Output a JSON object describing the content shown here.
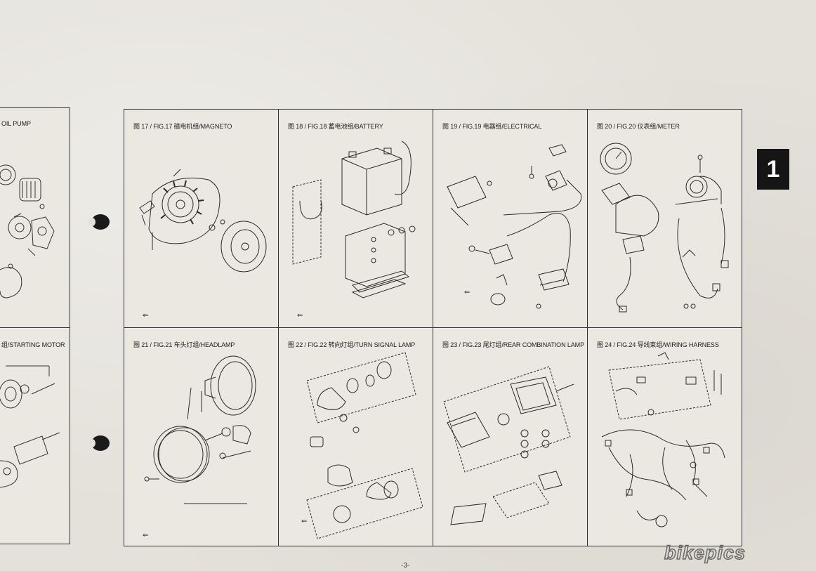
{
  "left_panel": {
    "top_title": "OIL PUMP",
    "bottom_title": "组/STARTING MOTOR"
  },
  "figures": [
    {
      "label": "图 17 / FIG.17  磁电机组/MAGNETO",
      "icon": "magneto-diagram"
    },
    {
      "label": "图 18 / FIG.18  蓄电池组/BATTERY",
      "icon": "battery-diagram"
    },
    {
      "label": "图 19 / FIG.19  电器组/ELECTRICAL",
      "icon": "electrical-diagram"
    },
    {
      "label": "图 20 / FIG.20  仪表组/METER",
      "icon": "meter-diagram"
    },
    {
      "label": "图 21 / FIG.21  车头灯组/HEADLAMP",
      "icon": "headlamp-diagram"
    },
    {
      "label": "图 22 / FIG.22  转向灯组/TURN SIGNAL LAMP",
      "icon": "turn-signal-diagram"
    },
    {
      "label": "图 23 / FIG.23  尾灯组/REAR COMBINATION LAMP",
      "icon": "rear-lamp-diagram"
    },
    {
      "label": "图 24 / FIG.24  导线束组/WIRING HARNESS",
      "icon": "wiring-harness-diagram"
    }
  ],
  "section_badge": "1",
  "page_number": "-3-",
  "watermark": "bikepics"
}
